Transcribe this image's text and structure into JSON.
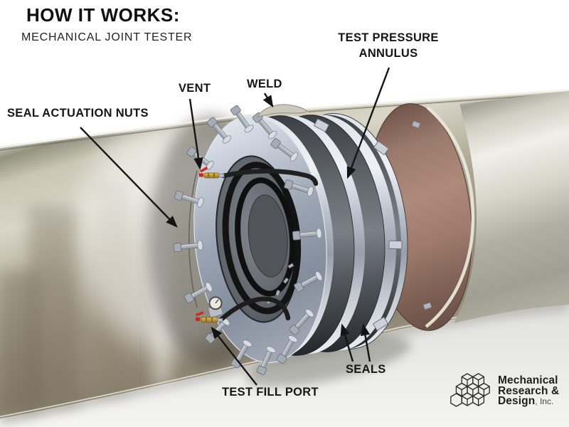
{
  "title": {
    "heading": "HOW IT WORKS:",
    "subheading": "MECHANICAL JOINT TESTER"
  },
  "callouts": {
    "seal_actuation_nuts": "SEAL ACTUATION NUTS",
    "vent": "VENT",
    "weld": "WELD",
    "test_pressure_annulus": {
      "line1": "TEST PRESSURE",
      "line2": "ANNULUS"
    },
    "seals": "SEALS",
    "test_fill_port": "TEST FILL PORT"
  },
  "logo": {
    "name_line1": "Mechanical",
    "name_line2": "Research &",
    "name_line3": "Design",
    "suffix": ", Inc."
  },
  "illustration": {
    "subject": "Mechanical joint tester clamped around a pipe weld, 3D render",
    "colors": {
      "background": "#ffffff",
      "floor": "#eeeeec",
      "pipe_steel": "#b5b0a2",
      "bare_pipe_band": "#a07e70",
      "tester_steel": "#c9cfd9",
      "seal_rings": "#3c3f44",
      "brass_fittings": "#c79a2a",
      "valve_handles": "#cf2b20",
      "hoses": "#202020",
      "callout_text": "#161616"
    }
  }
}
